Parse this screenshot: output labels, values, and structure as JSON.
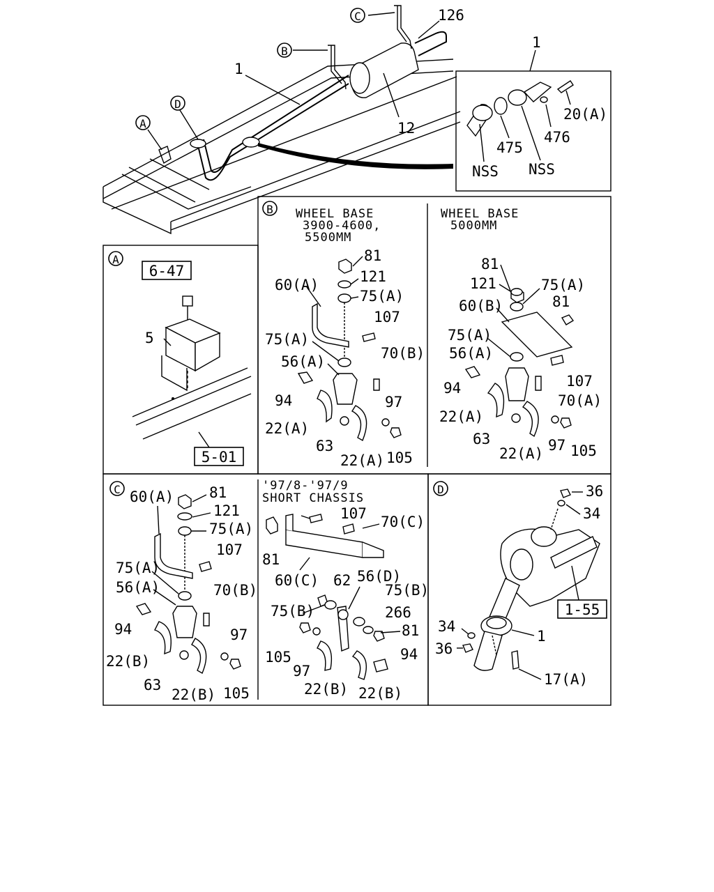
{
  "overview": {
    "callouts": {
      "c": "C",
      "b": "B",
      "d": "D",
      "a": "A",
      "p126": "126",
      "p1_top": "1",
      "p1_main": "1",
      "p12": "12"
    }
  },
  "inset_top": {
    "p20a": "20(A)",
    "p475": "475",
    "p476": "476",
    "nss_left": "NSS",
    "nss_right": "NSS"
  },
  "panel_a": {
    "marker": "A",
    "ref_top": "6-47",
    "ref_bottom": "5-01",
    "p5": "5"
  },
  "panel_b": {
    "marker": "B",
    "left_heading": [
      "WHEEL BASE",
      " 3900-4600,",
      "5500MM"
    ],
    "right_heading": [
      "WHEEL BASE",
      " 5000MM"
    ],
    "left_labels": [
      "81",
      "121",
      "60(A)",
      "75(A)",
      "107",
      "75(A)",
      "56(A)",
      "70(B)",
      "94",
      "97",
      "22(A)",
      "63",
      "22(A)",
      "105"
    ],
    "right_labels": [
      "81",
      "121",
      "75(A)",
      "60(B)",
      "81",
      "75(A)",
      "56(A)",
      "107",
      "94",
      "70(A)",
      "22(A)",
      "63",
      "22(A)",
      "97",
      "105"
    ]
  },
  "panel_c": {
    "marker": "C",
    "heading": [
      "'97/8-'97/9",
      "SHORT CHASSIS"
    ],
    "left_labels": [
      "60(A)",
      "81",
      "121",
      "75(A)",
      "107",
      "75(A)",
      "56(A)",
      "70(B)",
      "94",
      "97",
      "22(B)",
      "63",
      "22(B)",
      "105"
    ],
    "right_labels": [
      "107",
      "70(C)",
      "81",
      "60(C)",
      "62",
      "56(D)",
      "75(B)",
      "75(B)",
      "266",
      "81",
      "105",
      "94",
      "97",
      "22(B)",
      "22(B)"
    ]
  },
  "panel_d": {
    "marker": "D",
    "ref": "1-55",
    "labels": [
      "36",
      "34",
      "34",
      "1",
      "36",
      "17(A)"
    ]
  }
}
